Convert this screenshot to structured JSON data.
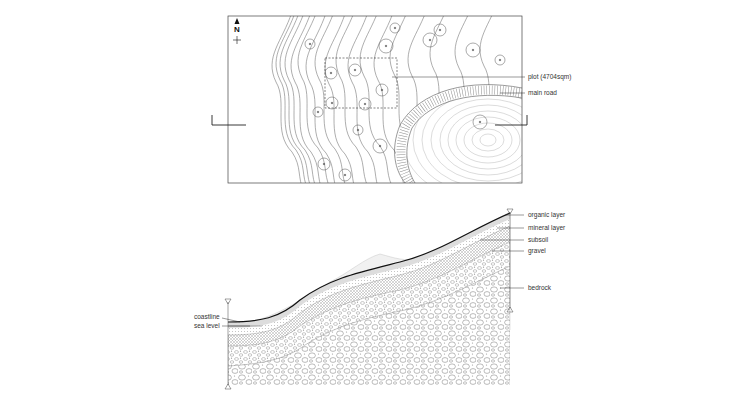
{
  "diagram": {
    "labels": [
      "N",
      "plot (4704sqm)",
      "main road",
      "organic layer",
      "mineral layer",
      "subsoil",
      "gravel",
      "bedrock",
      "coastline",
      "sea level"
    ]
  }
}
